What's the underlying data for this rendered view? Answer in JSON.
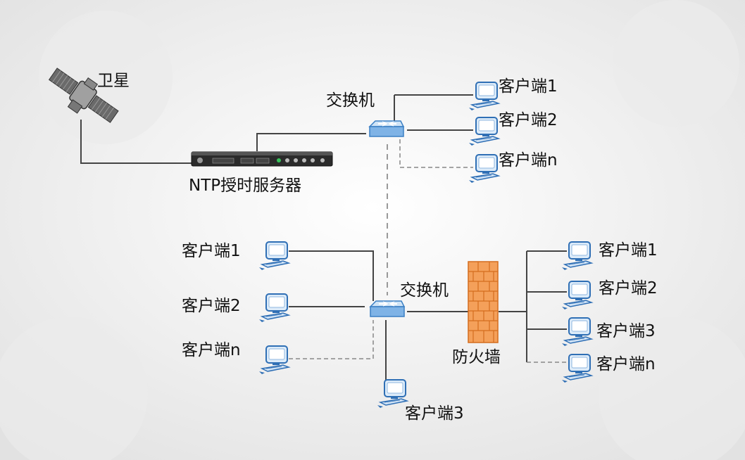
{
  "diagram": {
    "satellite": {
      "label": "卫星",
      "icon": "satellite-icon"
    },
    "ntp_server": {
      "label": "NTP授时服务器",
      "icon": "server-icon"
    },
    "top_switch": {
      "label": "交换机",
      "icon": "switch-icon",
      "clients": [
        {
          "label": "客户端1",
          "link": "solid"
        },
        {
          "label": "客户端2",
          "link": "solid"
        },
        {
          "label": "客户端n",
          "link": "dashed"
        }
      ]
    },
    "bottom_switch": {
      "label": "交换机",
      "icon": "switch-icon",
      "left_clients": [
        {
          "label": "客户端1",
          "link": "solid"
        },
        {
          "label": "客户端2",
          "link": "solid"
        },
        {
          "label": "客户端n",
          "link": "dashed"
        }
      ],
      "bottom_client": {
        "label": "客户端3",
        "link": "solid"
      }
    },
    "firewall": {
      "label": "防火墙",
      "icon": "firewall-icon",
      "clients": [
        {
          "label": "客户端1",
          "link": "solid"
        },
        {
          "label": "客户端2",
          "link": "solid"
        },
        {
          "label": "客户端3",
          "link": "solid"
        },
        {
          "label": "客户端n",
          "link": "dashed"
        }
      ]
    },
    "switch_link": "dashed",
    "colors": {
      "line": "#444444",
      "dashed_line": "#888888",
      "switch": "#5b9bd5",
      "firewall": "#f28c3a",
      "computer": "#2f6fb5"
    }
  }
}
